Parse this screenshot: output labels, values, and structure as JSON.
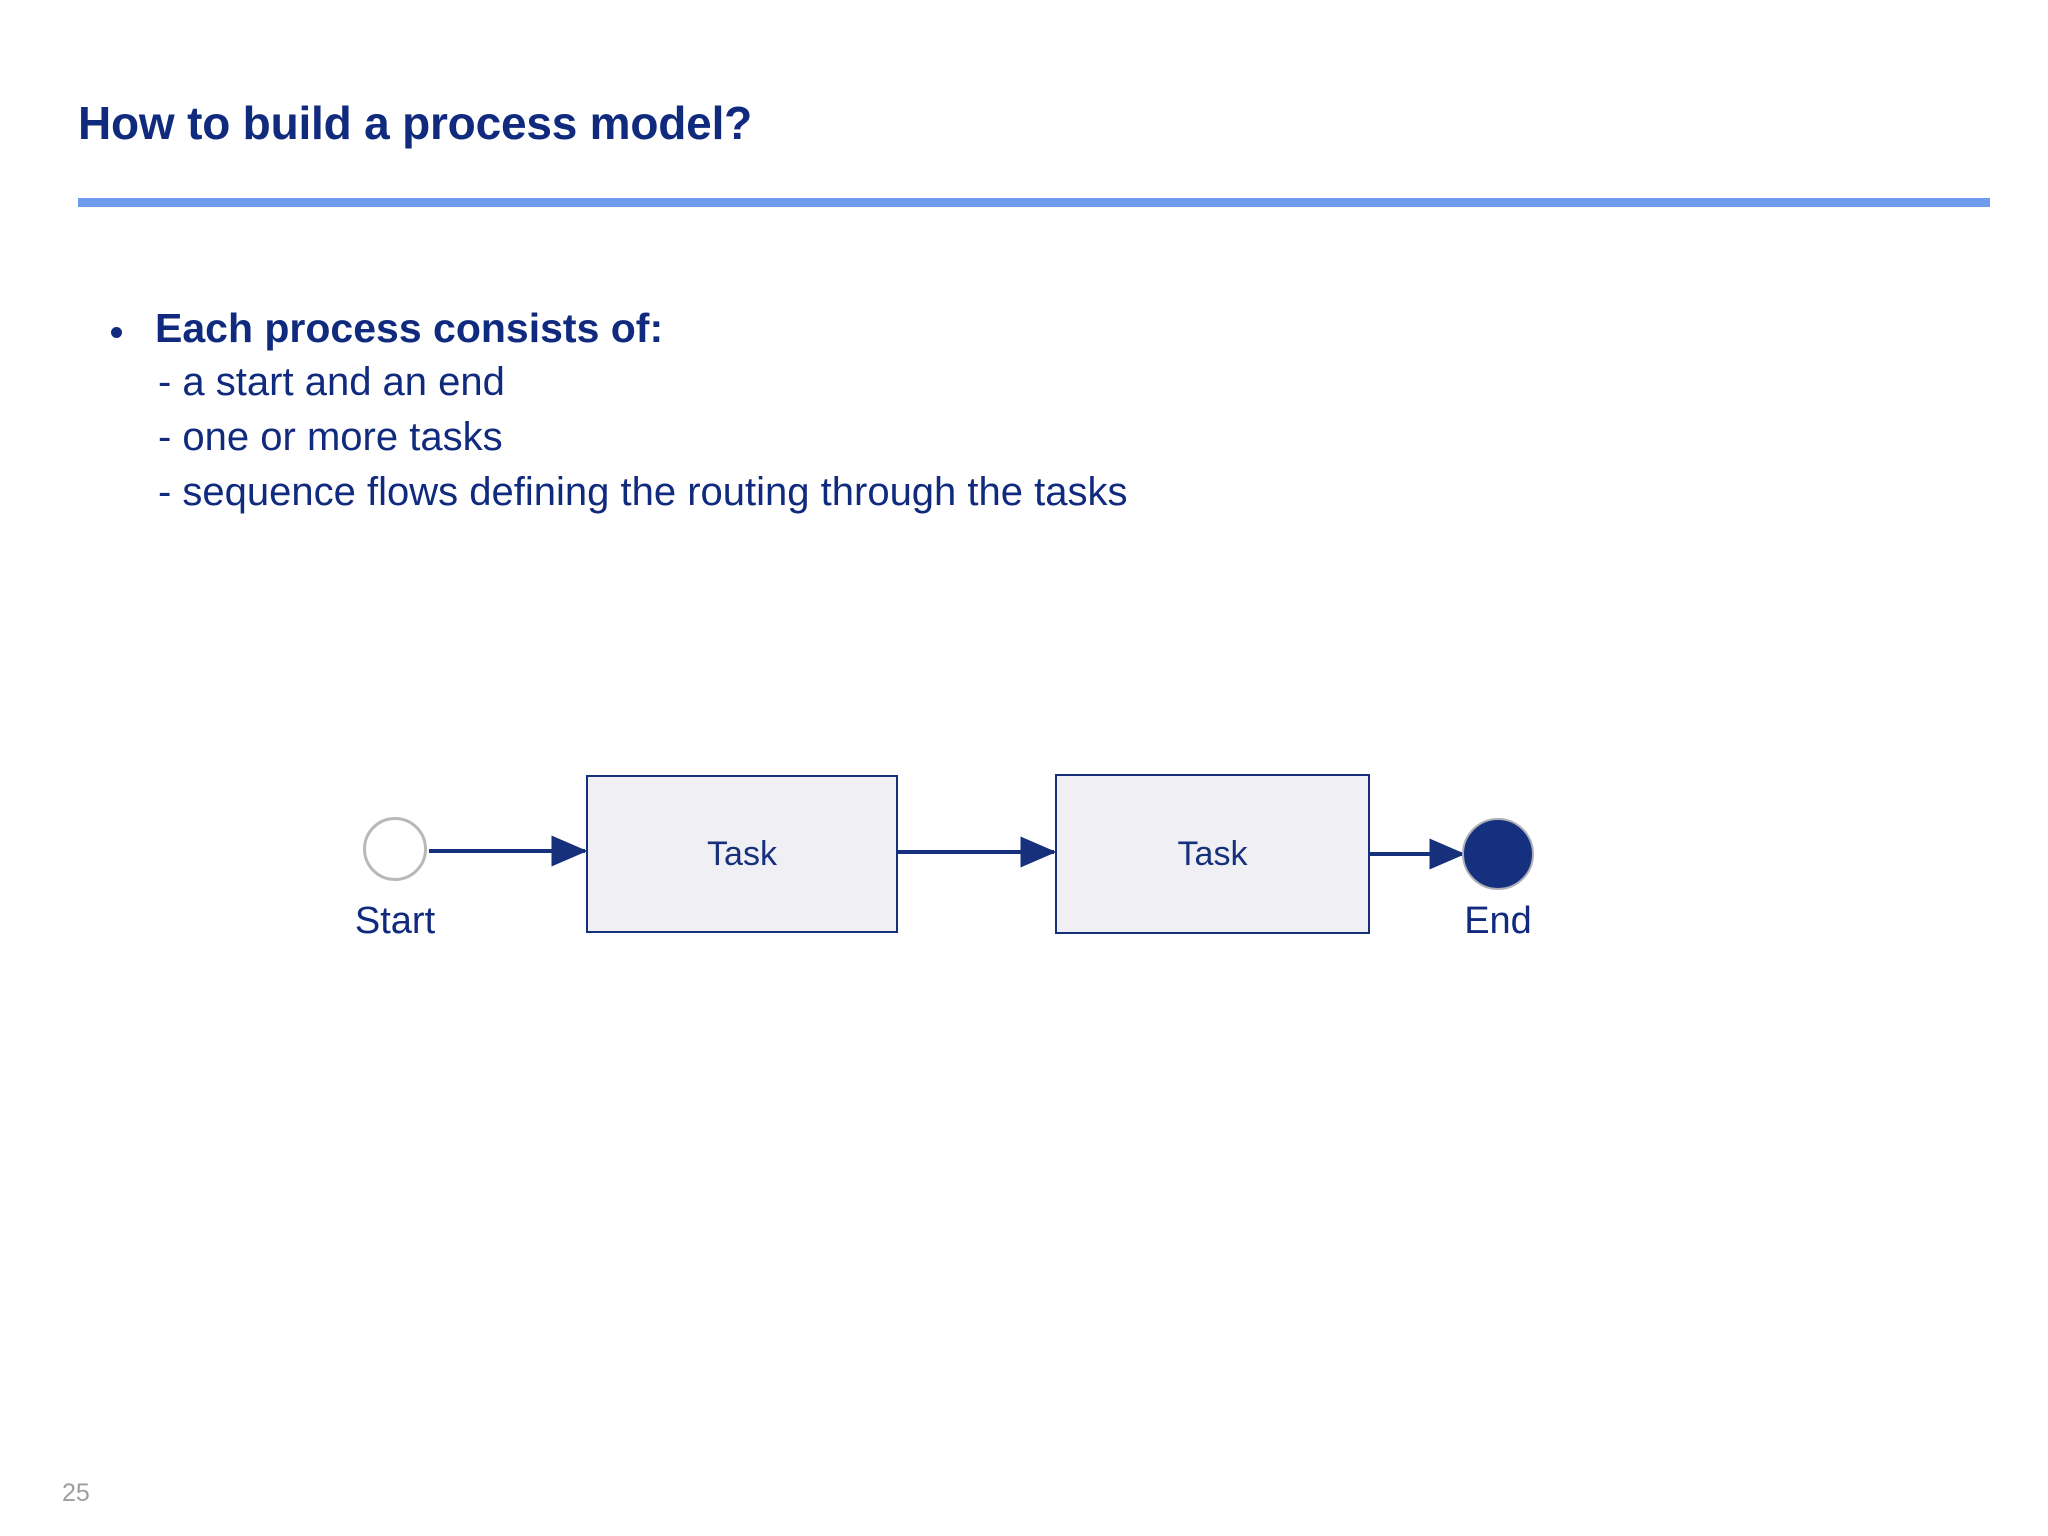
{
  "slide": {
    "title": "How to build a process model?",
    "page_number": "25",
    "accent_rule_color": "#6E9BEE",
    "title_color": "#102A7E"
  },
  "content": {
    "bullets": [
      {
        "marker": "•",
        "text": "Each process consists of:",
        "subitems": [
          "- a start and an end",
          "- one or more tasks",
          "- sequence flows defining the routing through the tasks"
        ]
      }
    ]
  },
  "diagram": {
    "type": "bpmn-process-flow",
    "nodes": [
      {
        "id": "start",
        "kind": "start-event",
        "label": "Start",
        "fill": "#FFFFFF",
        "stroke": "#B8B8B8"
      },
      {
        "id": "task1",
        "kind": "task",
        "label": "Task",
        "fill": "#F0EFF3",
        "stroke": "#17307C"
      },
      {
        "id": "task2",
        "kind": "task",
        "label": "Task",
        "fill": "#F0EFF3",
        "stroke": "#17307C"
      },
      {
        "id": "end",
        "kind": "end-event",
        "label": "End",
        "fill": "#15307F",
        "stroke": "#AFAFB8"
      }
    ],
    "flows": [
      {
        "from": "start",
        "to": "task1"
      },
      {
        "from": "task1",
        "to": "task2"
      },
      {
        "from": "task2",
        "to": "end"
      }
    ],
    "flow_color": "#17307C"
  }
}
